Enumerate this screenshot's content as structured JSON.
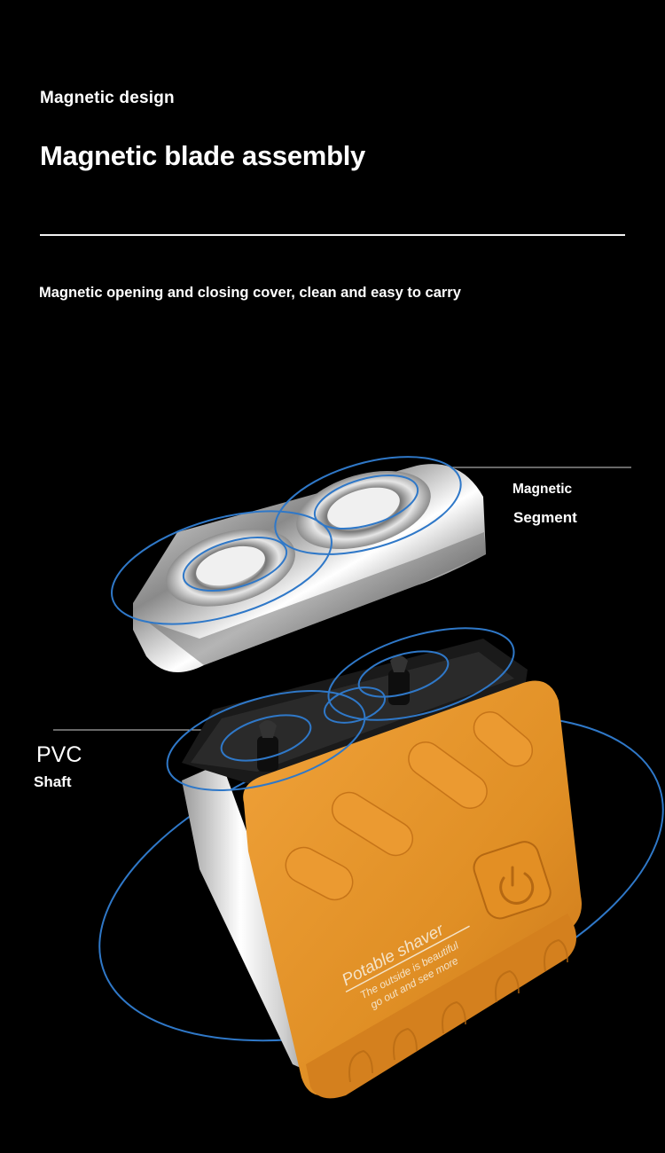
{
  "header": {
    "eyebrow": "Magnetic design",
    "title": "Magnetic blade assembly",
    "subtitle": "Magnetic opening and closing cover, clean and easy to carry"
  },
  "callouts": {
    "magnetic_segment": {
      "line1": "Magnetic",
      "line2": "Segment"
    },
    "pvc_shaft": {
      "line1": "PVC",
      "line2": "Shaft"
    }
  },
  "product": {
    "body_label_title": "Potable shaver",
    "body_label_line1": "The outside is beautiful",
    "body_label_line2": "go out and see more",
    "power_button_icon": "power-icon"
  },
  "colors": {
    "background": "#000000",
    "text": "#ffffff",
    "accent_orbit": "#2f78c8",
    "body_orange": "#e0912a",
    "chrome": "#d9d9d9"
  }
}
